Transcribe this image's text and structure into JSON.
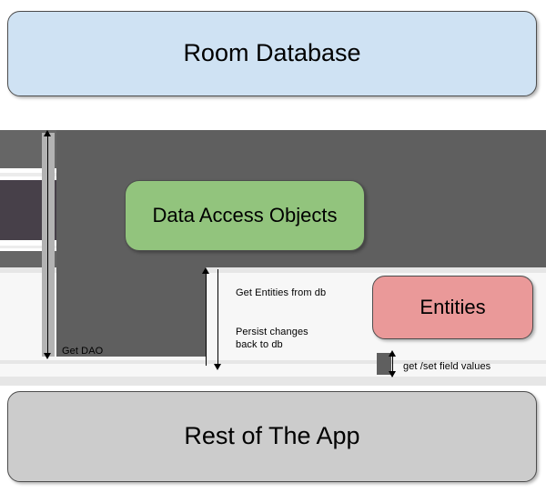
{
  "diagram": {
    "title": "Room Database architecture overview",
    "nodes": [
      {
        "id": "room-database",
        "label": "Room Database",
        "color": "#cfe2f3"
      },
      {
        "id": "data-access-objects",
        "label": "Data Access Objects",
        "color": "#92c47d"
      },
      {
        "id": "entities",
        "label": "Entities",
        "color": "#ea9999"
      },
      {
        "id": "rest-of-the-app",
        "label": "Rest of The App",
        "color": "#cccccc"
      }
    ],
    "edges": [
      {
        "id": "get-dao",
        "label": "Get DAO",
        "from": "rest-of-the-app",
        "to": "room-database"
      },
      {
        "id": "get-entities",
        "label": "Get Entities from db",
        "from": "data-access-objects",
        "to": "entities"
      },
      {
        "id": "persist-changes",
        "label": "Persist changes\nback to db",
        "from": "entities",
        "to": "data-access-objects"
      },
      {
        "id": "get-set-field-values",
        "label": "get /set field values",
        "from": "rest-of-the-app",
        "to": "entities"
      }
    ],
    "labels": {
      "get_dao": "Get DAO",
      "get_entities_from_db": "Get Entities from db",
      "persist_changes_line1": "Persist changes",
      "persist_changes_line2": "back to db",
      "get_set_field_values": "get /set field values"
    },
    "palette": {
      "room_fill": "#cfe2f3",
      "dao_fill": "#92c47d",
      "entities_fill": "#ea9999",
      "app_fill": "#cccccc",
      "band_gray": "#666666",
      "band_dark": "#474049",
      "stroke": "#4d4d4d"
    }
  }
}
